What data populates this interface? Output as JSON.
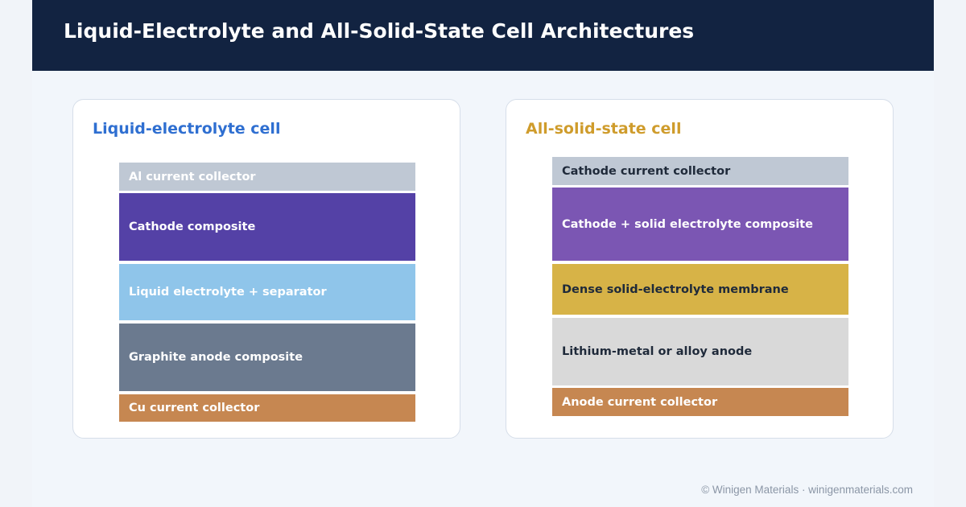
{
  "header": {
    "title": "Liquid-Electrolyte and All-Solid-State Cell Architectures"
  },
  "left_card": {
    "title": "Liquid-electrolyte cell",
    "title_color": "#2f6fd1",
    "layers": [
      {
        "label": "Al current collector",
        "color": "#bfc8d4",
        "text_color": "#ffffff"
      },
      {
        "label": "Cathode composite",
        "color": "#5441a6",
        "text_color": "#ffffff"
      },
      {
        "label": "Liquid electrolyte + separator",
        "color": "#8fc5ea",
        "text_color": "#ffffff"
      },
      {
        "label": "Graphite anode composite",
        "color": "#6b7a8f",
        "text_color": "#ffffff"
      },
      {
        "label": "Cu current collector",
        "color": "#c68751",
        "text_color": "#ffffff"
      }
    ]
  },
  "right_card": {
    "title": "All-solid-state cell",
    "title_color": "#cf9c2c",
    "layers": [
      {
        "label": "Cathode current collector",
        "color": "#bfc8d4",
        "text_color": "#1f2a3a"
      },
      {
        "label": "Cathode + solid electrolyte composite",
        "color": "#7b56b3",
        "text_color": "#ffffff"
      },
      {
        "label": "Dense solid-electrolyte membrane",
        "color": "#d7b347",
        "text_color": "#1f2a3a"
      },
      {
        "label": "Lithium-metal or alloy anode",
        "color": "#d9d9d9",
        "text_color": "#1f2a3a"
      },
      {
        "label": "Anode current collector",
        "color": "#c68751",
        "text_color": "#ffffff"
      }
    ]
  },
  "footer": {
    "text": "© Winigen Materials · winigenmaterials.com"
  }
}
